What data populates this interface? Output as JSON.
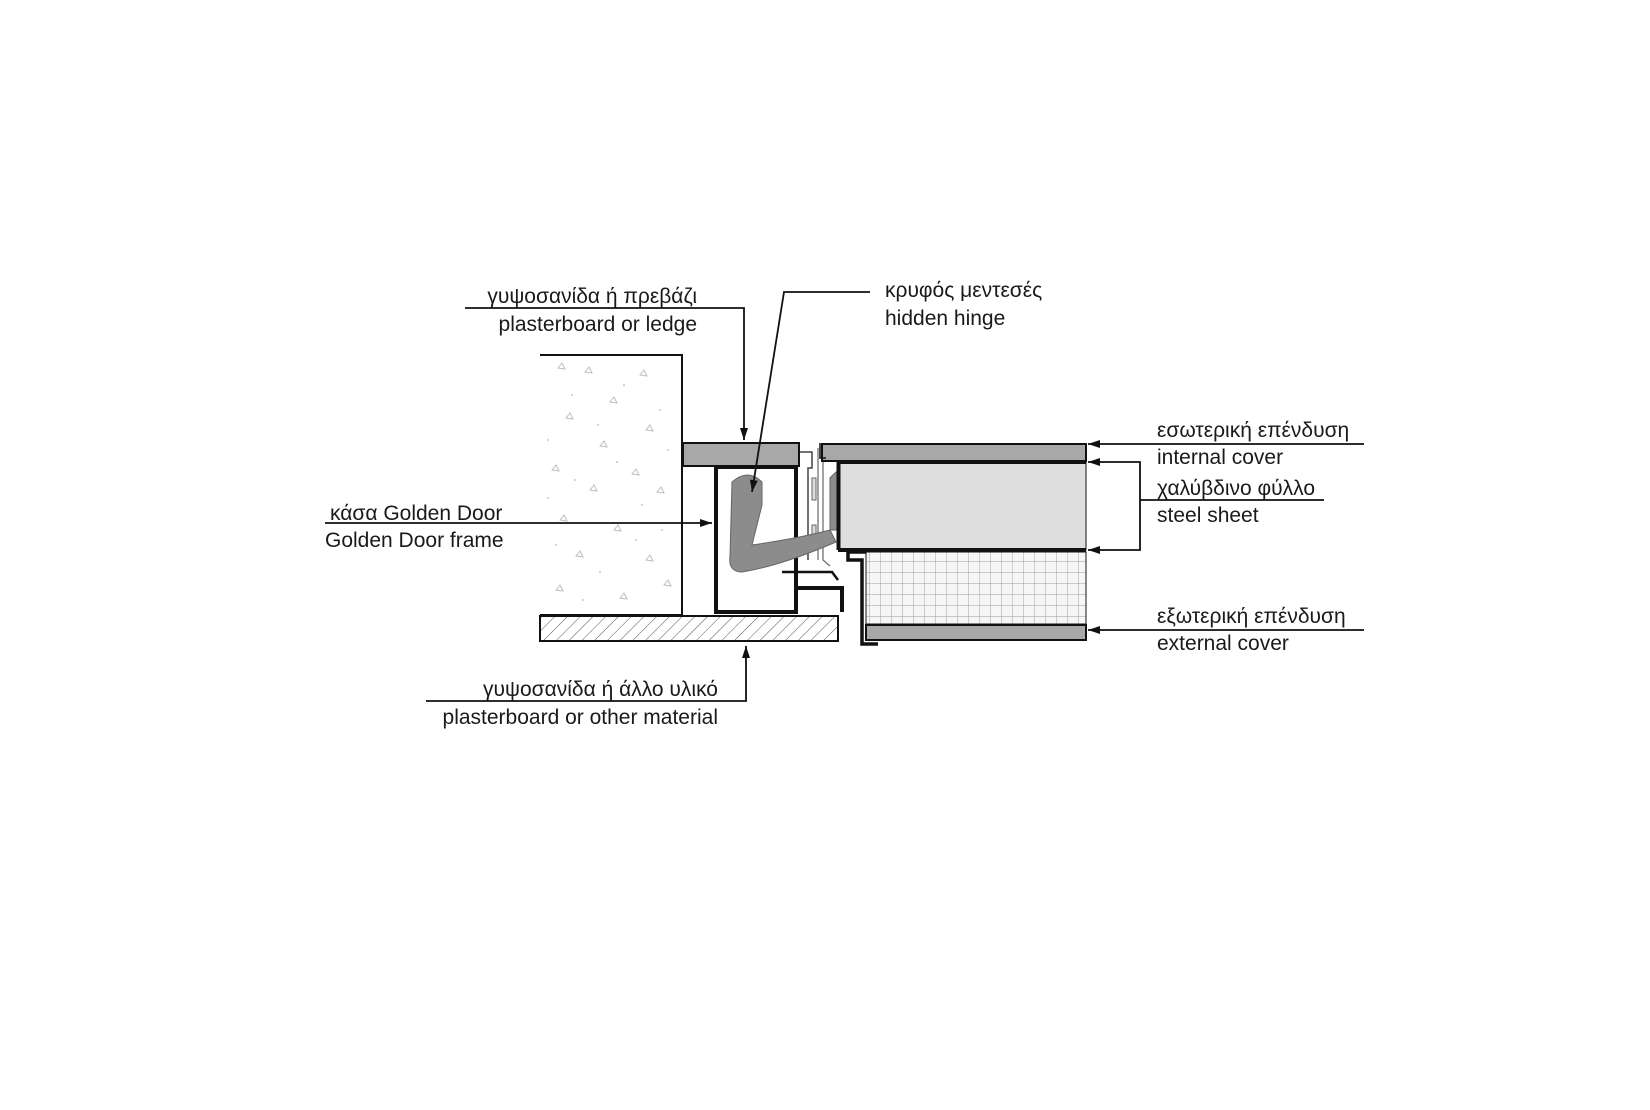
{
  "labels": {
    "plasterboard_ledge_gr": "γυψοσανίδα ή πρεβάζι",
    "plasterboard_ledge_en": "plasterboard or ledge",
    "hidden_hinge_gr": "κρυφός μεντεσές",
    "hidden_hinge_en": "hidden hinge",
    "frame_gr": "κάσα Golden Door",
    "frame_en": "Golden Door frame",
    "internal_cover_gr": "εσωτερική επένδυση",
    "internal_cover_en": "internal cover",
    "steel_sheet_gr": "χαλύβδινο φύλλο",
    "steel_sheet_en": "steel sheet",
    "external_cover_gr": "εξωτερική επένδυση",
    "external_cover_en": "external cover",
    "plasterboard_other_gr": "γυψοσανίδα ή άλλο υλικό",
    "plasterboard_other_en": "plasterboard or other material"
  },
  "colors": {
    "line": "#111111",
    "wall_fill": "#ffffff",
    "cover_gray": "#a8a8a8",
    "hinge_gray": "#8c8c8c",
    "steel_fill": "#dedede",
    "grid_fill": "#f4f4f4"
  }
}
